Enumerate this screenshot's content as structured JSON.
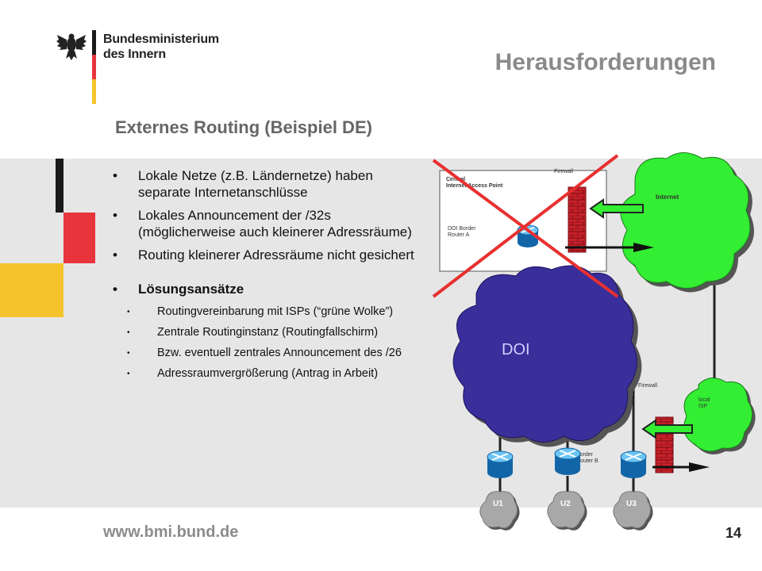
{
  "header": {
    "logo_line1": "Bundesministerium",
    "logo_line2": "des Innern",
    "title": "Herausforderungen"
  },
  "subtitle": "Externes Routing (Beispiel DE)",
  "bullets": [
    "Lokale Netze (z.B. Ländernetze) haben separate Internetanschlüsse",
    "Lokales Announcement der /32s (möglicherweise auch kleinerer Adressräume)",
    "Routing kleinerer Adressräume nicht gesichert"
  ],
  "solution_heading": "Lösungsansätze",
  "sub_bullets": [
    "Routingvereinbarung mit ISPs (“grüne Wolke”)",
    "Zentrale Routinginstanz (Routingfallschirm)",
    "Bzw. eventuell zentrales Announcement des /26",
    "Adressraumvergrößerung (Antrag in Arbeit)"
  ],
  "diagram": {
    "central_line1": "Central",
    "central_line2": "Internet Access Point",
    "firewall_top": "Firewall",
    "border_a_line1": "DOI Border",
    "border_a_line2": "Router A",
    "internet": "Internet",
    "doi": "DOI",
    "firewall_right": "Firewall",
    "local_isp_line1": "local",
    "local_isp_line2": "ISP",
    "border_b_line1": "Border",
    "border_b_line2": "Router B",
    "u1": "U1",
    "u2": "U2",
    "u3": "U3"
  },
  "footer": {
    "url": "www.bmi.bund.de",
    "page": "14"
  },
  "colors": {
    "band": "#e6e6e6",
    "flag_black": "#1a1a1a",
    "flag_red": "#e8343c",
    "flag_gold": "#f5c42c",
    "internet_green": "#33ee33",
    "doi_purple": "#3a2e9a",
    "router_blue": "#1e88d0",
    "cross_red": "#e83030"
  }
}
